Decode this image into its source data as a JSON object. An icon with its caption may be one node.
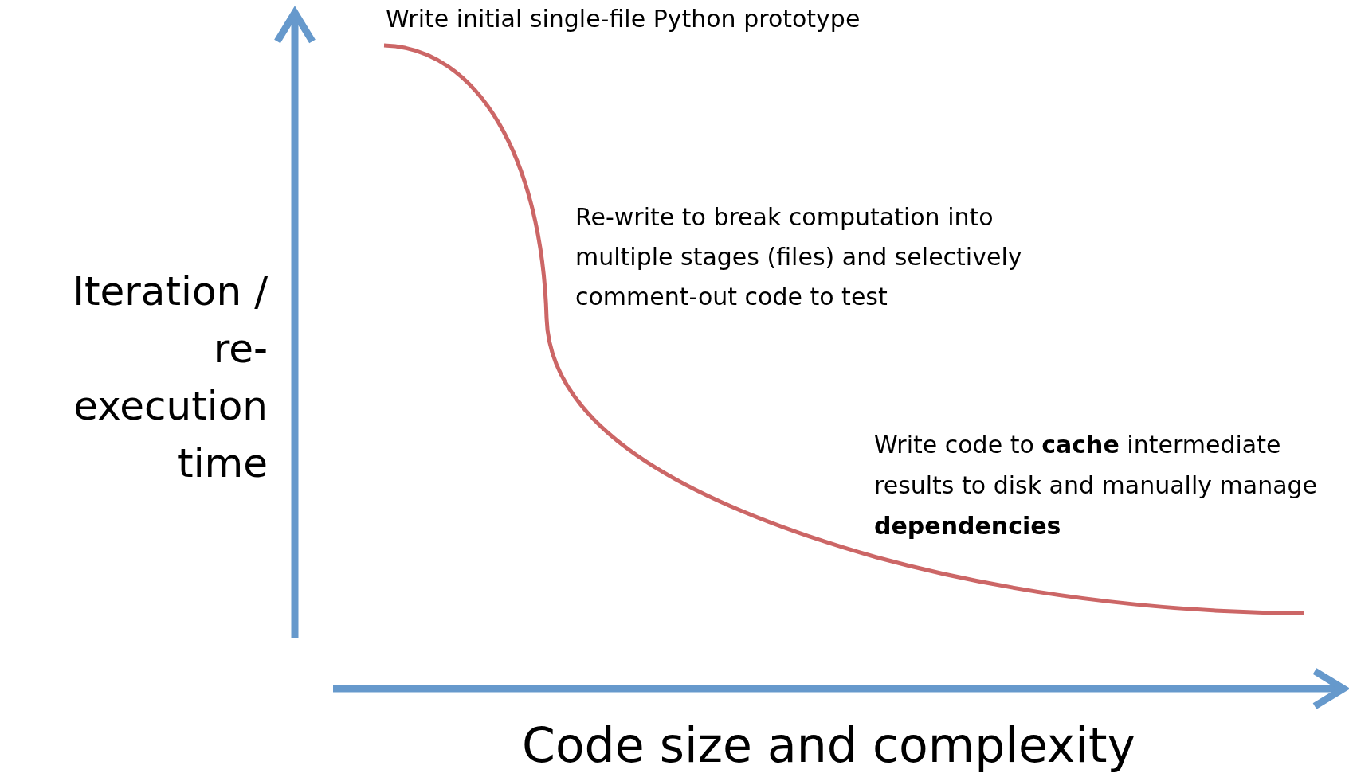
{
  "diagram": {
    "labels": [
      "Write initial single-file Python prototype",
      "Re-write to break computation into multiple stages (files) and selectively comment-out code to test",
      "Iteration / re-execution time",
      "Write code to **cache** intermediate results to disk and manually manage **dependencies**",
      "Code size and complexity"
    ]
  }
}
